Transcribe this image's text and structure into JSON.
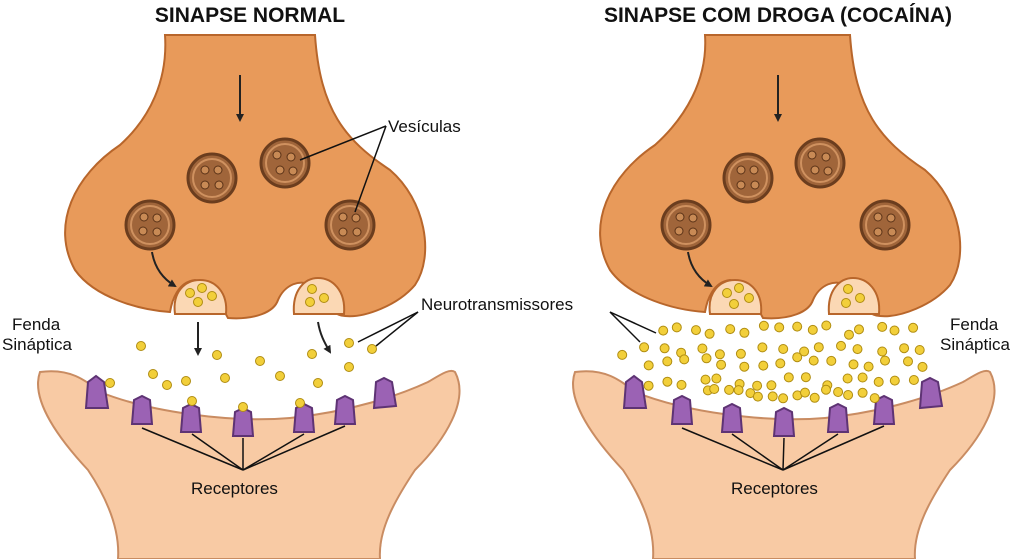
{
  "titles": {
    "left": "SINAPSE NORMAL",
    "right": "SINAPSE COM DROGA (COCAÍNA)"
  },
  "labels": {
    "vesicles": "Vesículas",
    "neurotransmitters": "Neurotransmissores",
    "cleft_left_line1": "Fenda",
    "cleft_left_line2": "Sináptica",
    "cleft_right_line1": "Fenda",
    "cleft_right_line2": "Sináptica",
    "receptors_left": "Receptores",
    "receptors_right": "Receptores"
  },
  "colors": {
    "presynaptic": "#e89a5a",
    "presynaptic_stroke": "#b8662b",
    "postsynaptic": "#f8caa4",
    "postsynaptic_stroke": "#c98c62",
    "vesicle": "#a0653a",
    "vesicle_stroke": "#6b3d1e",
    "neurotransmitter": "#f2cf3a",
    "neurotransmitter_stroke": "#b08d12",
    "receptor": "#9b62b4",
    "receptor_stroke": "#5e3374"
  },
  "neurotransmitter_count": {
    "normal_cleft": 17,
    "cocaine_cleft": 80
  }
}
